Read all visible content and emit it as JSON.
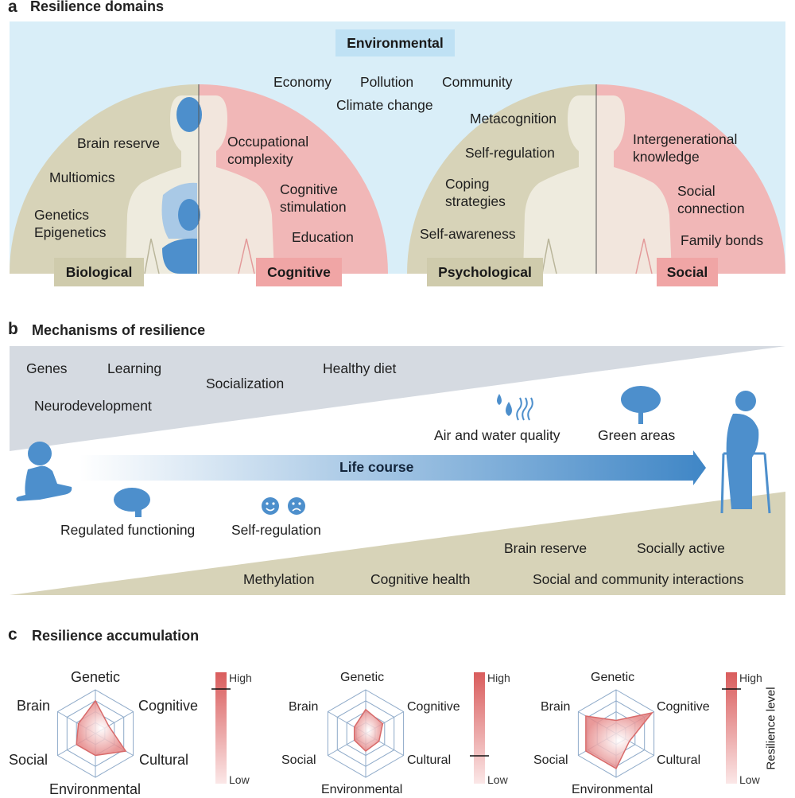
{
  "panel_a": {
    "letter": "a",
    "title": "Resilience domains",
    "environmental": {
      "label": "Environmental",
      "items": [
        "Economy",
        "Pollution",
        "Community",
        "Climate change"
      ]
    },
    "biological": {
      "label": "Biological",
      "items": [
        "Brain reserve",
        "Multiomics",
        "Genetics",
        "Epigenetics"
      ]
    },
    "cognitive": {
      "label": "Cognitive",
      "items": [
        "Occupational",
        "complexity",
        "Cognitive",
        "stimulation",
        "Education"
      ]
    },
    "psychological": {
      "label": "Psychological",
      "items": [
        "Metacognition",
        "Self-regulation",
        "Coping",
        "strategies",
        "Self-awareness"
      ]
    },
    "social": {
      "label": "Social",
      "items": [
        "Intergenerational",
        "knowledge",
        "Social",
        "connection",
        "Family bonds"
      ]
    }
  },
  "panel_b": {
    "letter": "b",
    "title": "Mechanisms of resilience",
    "top_items": [
      "Genes",
      "Learning",
      "Socialization",
      "Healthy diet",
      "Neurodevelopment"
    ],
    "env_items": [
      "Air and water quality",
      "Green areas"
    ],
    "arrow_label": "Life course",
    "middle_items": [
      "Regulated functioning",
      "Self-regulation"
    ],
    "bottom_items": [
      "Brain reserve",
      "Socially active",
      "Methylation",
      "Cognitive health",
      "Social and community interactions"
    ],
    "icons": [
      "baby-icon",
      "brain-icon",
      "smile-icon",
      "frown-icon",
      "water-drops-icon",
      "heat-waves-icon",
      "tree-icon",
      "elderly-walker-icon"
    ]
  },
  "panel_c": {
    "letter": "c",
    "title": "Resilience accumulation",
    "axis_labels": [
      "Genetic",
      "Cognitive",
      "Cultural",
      "Environmental",
      "Social",
      "Brain"
    ],
    "scale_high": "High",
    "scale_low": "Low",
    "scale_title": "Resilience level",
    "radars": [
      {
        "values": [
          0.75,
          0.35,
          0.8,
          0.5,
          0.5,
          0.45
        ],
        "level": 0.85
      },
      {
        "values": [
          0.55,
          0.45,
          0.35,
          0.4,
          0.3,
          0.3
        ],
        "level": 0.25
      },
      {
        "values": [
          0.3,
          0.95,
          0.35,
          0.8,
          0.8,
          0.8
        ],
        "level": 0.85
      }
    ]
  },
  "colors": {
    "environment_bg": "#d9eef8",
    "environment_tag": "#bfe1f4",
    "khaki": "#d7d3b8",
    "khaki_tag": "#cfcbac",
    "pink": "#f1b7b7",
    "pink_tag": "#f0a5a5",
    "figure_fill": "#f2efe4",
    "grey_wedge": "#d5dae1",
    "arrow_blue": "#4a8fc9",
    "icon_blue": "#4d8fcc",
    "radar_red": "#e58787"
  }
}
